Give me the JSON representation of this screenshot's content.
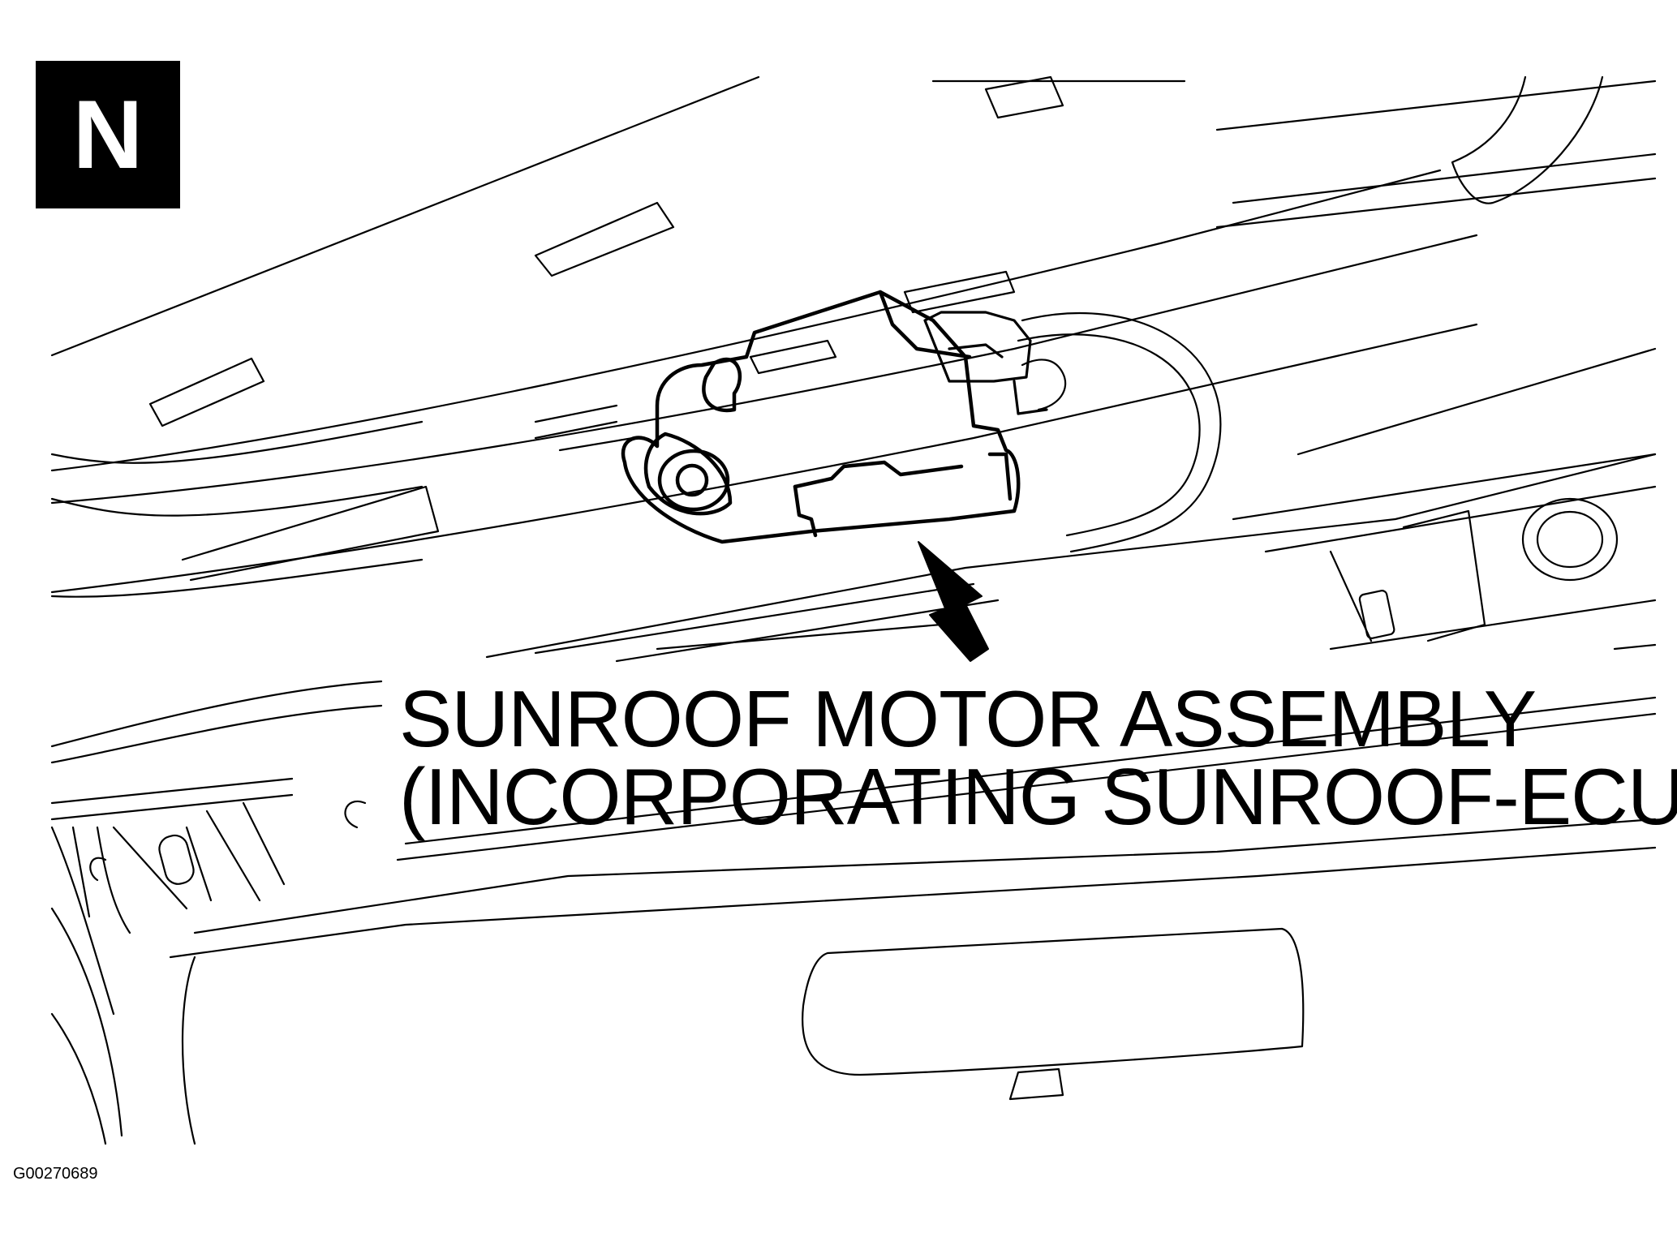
{
  "badge": {
    "letter": "N"
  },
  "callout": {
    "line1": "SUNROOF MOTOR ASSEMBLY",
    "line2": "(INCORPORATING SUNROOF-ECU)"
  },
  "figure_id": "G00270689",
  "colors": {
    "ink": "#000000",
    "paper": "#ffffff"
  }
}
